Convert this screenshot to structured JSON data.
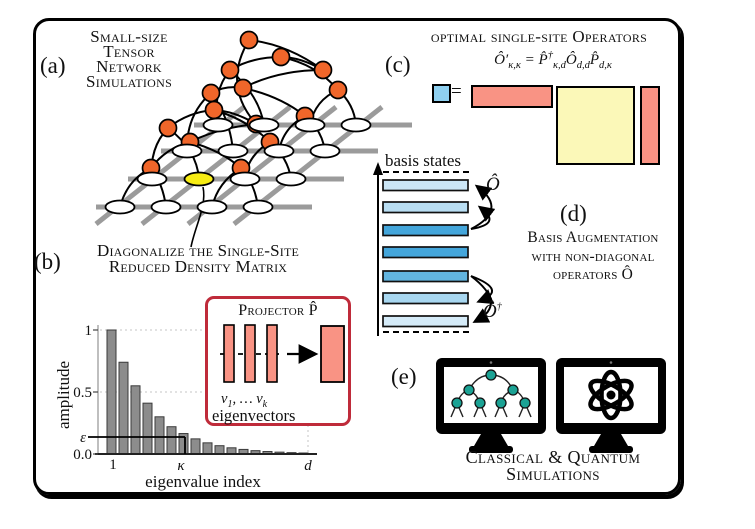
{
  "colors": {
    "orange_node": "#F0662A",
    "yellow_site": "#F7EC13",
    "salmon": "#F99384",
    "pale_yellow": "#FBF8B8",
    "light_blue_square": "#8FD0F0",
    "bar_gray": "#8c8c8c",
    "lattice_gray": "#9b9b9b",
    "inset_border_red": "#bf2b3a",
    "teal_node": "#1BA294",
    "basis_bar_shades": [
      "#CBE6F6",
      "#B9DEF3",
      "#44A6DB",
      "#44A6DB",
      "#62B5E0",
      "#A8D7F0",
      "#D5EBF8"
    ]
  },
  "panels": {
    "a": {
      "label": "(a)",
      "title_lines": [
        "Small-size",
        "Tensor",
        "Network",
        "Simulations"
      ]
    },
    "b": {
      "label": "(b)",
      "title_line1": "Diagonalize the Single-Site",
      "title_line2": "Reduced Density Matrix",
      "inset": {
        "title": "Projector P̂",
        "v1": "v",
        "v1sub": "1",
        "dots": ", … ",
        "vk": "v",
        "vksub": "k",
        "caption": "eigenvectors"
      }
    },
    "c": {
      "label": "(c)",
      "title": "optimal single-site Operators",
      "formula": {
        "lhs": "Ô′",
        "lhs_sub": "κ,κ",
        "eq": " = ",
        "p1": "P̂",
        "p1_sup": "†",
        "p1_sub": "κ,d",
        "o": "Ô",
        "o_sub": "d,d",
        "p2": "P̂",
        "p2_sub": "d,κ"
      },
      "equals": "="
    },
    "d": {
      "label": "(d)",
      "axis_label": "basis states",
      "op_top": "Ô",
      "op_bot": "Ô",
      "op_bot_sup": "†",
      "title_lines": [
        "Basis Augmentation",
        "with non-diagonal",
        "operators Ô"
      ],
      "bars": {
        "x": 13,
        "width": 85,
        "height": 10.5,
        "tops": [
          30,
          52,
          75,
          97,
          121,
          143,
          166
        ]
      }
    },
    "e": {
      "label": "(e)",
      "caption_line1": "Classical & Quantum",
      "caption_line2": "Simulations"
    }
  },
  "chart_data": {
    "type": "bar",
    "title": "",
    "xlabel": "eigenvalue index",
    "ylabel": "amplitude",
    "ytick_labels": [
      "1",
      "0.5",
      "0.0"
    ],
    "ytick_values": [
      1,
      0.5,
      0.0
    ],
    "xtick_labels": [
      "1",
      "κ",
      "d"
    ],
    "epsilon_label": "ε",
    "epsilon_value": 0.15,
    "kappa_index": 7,
    "ylim": [
      0,
      1.05
    ],
    "grid": "dotted at y=0.5, y=1.0 and at x=d",
    "values": [
      1.0,
      0.74,
      0.55,
      0.41,
      0.3,
      0.22,
      0.165,
      0.122,
      0.09,
      0.067,
      0.05,
      0.037,
      0.027,
      0.02,
      0.015,
      0.011,
      0.008
    ]
  }
}
